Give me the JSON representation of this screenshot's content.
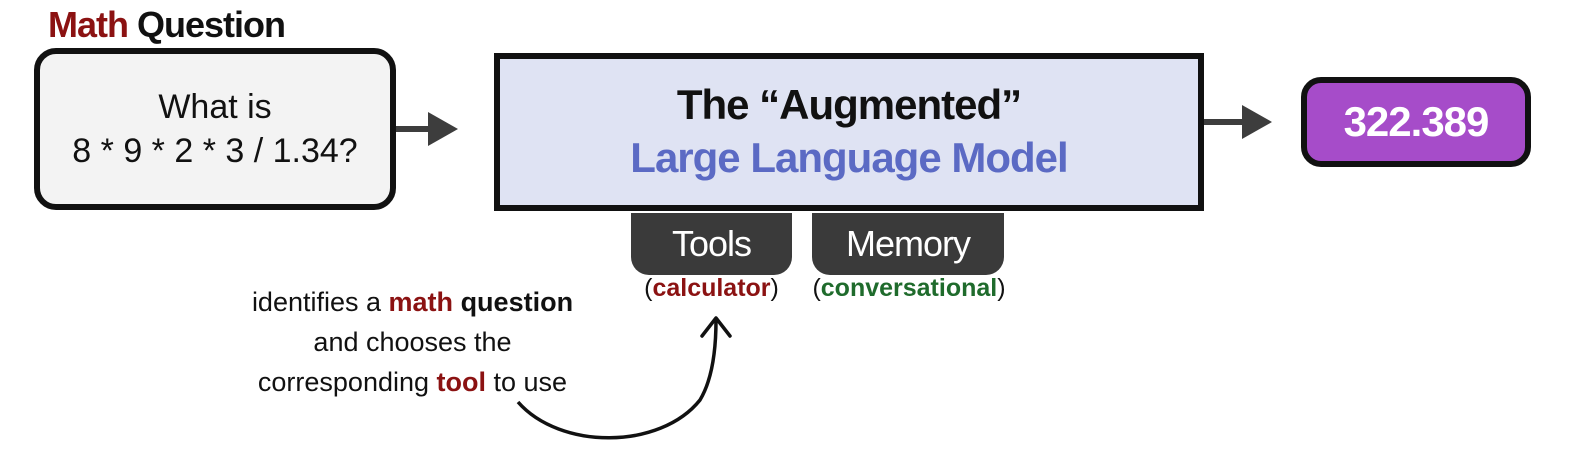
{
  "heading": {
    "accent": "Math",
    "rest": " Question"
  },
  "question": {
    "line1": "What is",
    "line2": "8 * 9 * 2 * 3 / 1.34?"
  },
  "llm": {
    "title": "The “Augmented”",
    "subtitle": "Large Language Model"
  },
  "tools": {
    "label": "Tools",
    "sub_open": "(",
    "sub_keyword": "calculator",
    "sub_close": ")"
  },
  "memory": {
    "label": "Memory",
    "sub_open": "(",
    "sub_keyword": "conversational",
    "sub_close": ")"
  },
  "answer": {
    "value": "322.389"
  },
  "annotation": {
    "p1": "identifies a ",
    "math": "math",
    "p2": " ",
    "question": "question",
    "p3": "and chooses the",
    "p4": "corresponding ",
    "tool": "tool",
    "p5": " to use"
  },
  "colors": {
    "accent_red": "#8b1212",
    "llm_blue": "#5b6ac4",
    "llm_bg": "#dfe3f3",
    "answer_purple": "#a64cc9",
    "memory_green": "#1f6b2c",
    "tab_dark": "#3a3a3a"
  },
  "icons": [
    "arrow-right-icon",
    "arrow-right-icon",
    "curved-arrow-icon"
  ]
}
